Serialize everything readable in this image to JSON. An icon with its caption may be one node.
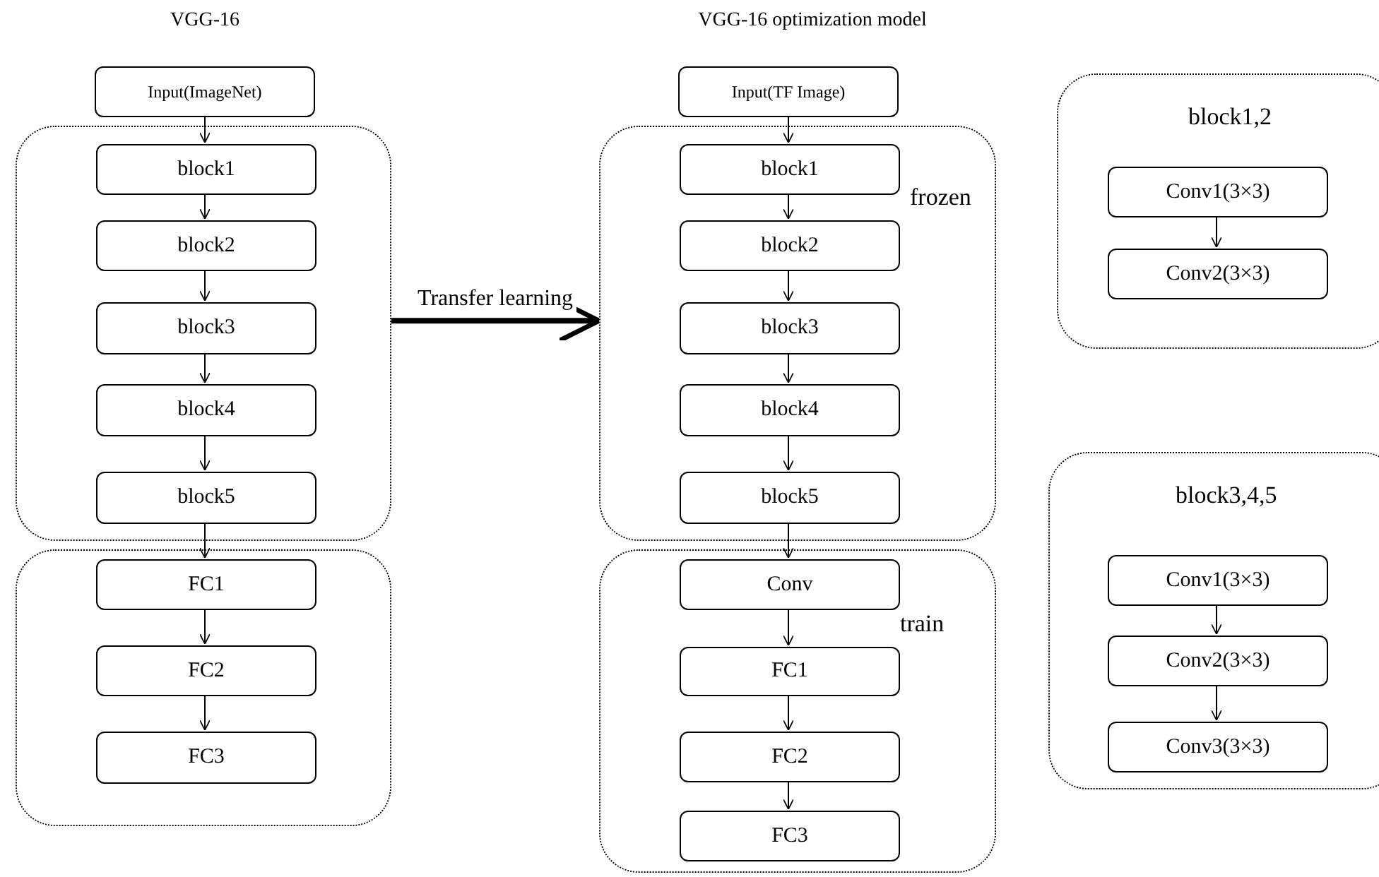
{
  "diagram": {
    "nodes": [
      {
        "text": [
          "Input(ImageNet)"
        ]
      },
      {
        "text": [],
        "shape": "box"
      },
      {
        "text": [
          "block1"
        ],
        "in": 1
      },
      {
        "text": [
          "block2"
        ],
        "in": 1
      },
      {
        "text": [
          "block3"
        ],
        "in": 1
      },
      {
        "text": [
          "block4"
        ],
        "in": 1
      },
      {
        "text": [
          "block5"
        ],
        "in": 1
      },
      {
        "text": [],
        "shape": "box"
      },
      {
        "text": [
          "FC1"
        ],
        "in": 7
      },
      {
        "text": [
          "FC2"
        ],
        "in": 7
      },
      {
        "text": [
          "FC3"
        ],
        "in": 7
      },
      {
        "text": [
          "Input(TF Image)"
        ]
      },
      {
        "text": [
          "frozen"
        ]
      },
      {
        "text": [
          "block1"
        ],
        "in": 12
      },
      {
        "text": [
          "block2"
        ],
        "in": 12
      },
      {
        "text": [
          "block3"
        ],
        "in": 12
      },
      {
        "text": [
          "block4"
        ],
        "in": 12
      },
      {
        "text": [
          "block5"
        ],
        "in": 12
      },
      {
        "text": [
          "train"
        ]
      },
      {
        "text": [
          "Conv"
        ],
        "in": 18
      },
      {
        "text": [
          "FC1"
        ],
        "in": 18
      },
      {
        "text": [
          "FC2"
        ],
        "in": 18
      },
      {
        "text": [
          "FC3"
        ],
        "in": 18
      },
      {
        "text": [
          "block1,2"
        ]
      },
      {
        "text": [
          "Conv1(3×3)"
        ],
        "in": 23
      },
      {
        "text": [
          "Conv2(3×3)"
        ],
        "in": 23
      },
      {
        "text": [
          "block3,4,5"
        ]
      },
      {
        "text": [
          "Conv1(3×3)"
        ],
        "in": 26
      },
      {
        "text": [
          "Conv2(3×3)"
        ],
        "in": 26
      },
      {
        "text": [
          "Conv3(3×3)"
        ],
        "in": 26
      }
    ],
    "edges": [
      {
        "from": 0,
        "to": 2,
        "arrow": "to"
      },
      {
        "from": 2,
        "to": 3,
        "arrow": "to"
      },
      {
        "from": 3,
        "to": 4,
        "arrow": "to"
      },
      {
        "from": 4,
        "to": 5,
        "arrow": "to"
      },
      {
        "from": 5,
        "to": 6,
        "arrow": "to"
      },
      {
        "from": 6,
        "to": 8,
        "arrow": "to"
      },
      {
        "from": 8,
        "to": 9,
        "arrow": "to"
      },
      {
        "from": 9,
        "to": 10,
        "arrow": "to"
      },
      {
        "from": 1,
        "to": 12,
        "arrow": "to",
        "label": "Transfer learning",
        "style": "thick"
      },
      {
        "from": 11,
        "to": 13,
        "arrow": "to"
      },
      {
        "from": 13,
        "to": 14,
        "arrow": "to"
      },
      {
        "from": 14,
        "to": 15,
        "arrow": "to"
      },
      {
        "from": 15,
        "to": 16,
        "arrow": "to"
      },
      {
        "from": 16,
        "to": 17,
        "arrow": "to"
      },
      {
        "from": 17,
        "to": 19,
        "arrow": "to"
      },
      {
        "from": 19,
        "to": 20,
        "arrow": "to"
      },
      {
        "from": 20,
        "to": 21,
        "arrow": "to"
      },
      {
        "from": 21,
        "to": 22,
        "arrow": "to"
      },
      {
        "from": 24,
        "to": 25,
        "arrow": "to"
      },
      {
        "from": 27,
        "to": 28,
        "arrow": "to"
      },
      {
        "from": 28,
        "to": 29,
        "arrow": "to"
      }
    ],
    "labels": [
      "VGG-16",
      "VGG-16 optimization model"
    ]
  }
}
